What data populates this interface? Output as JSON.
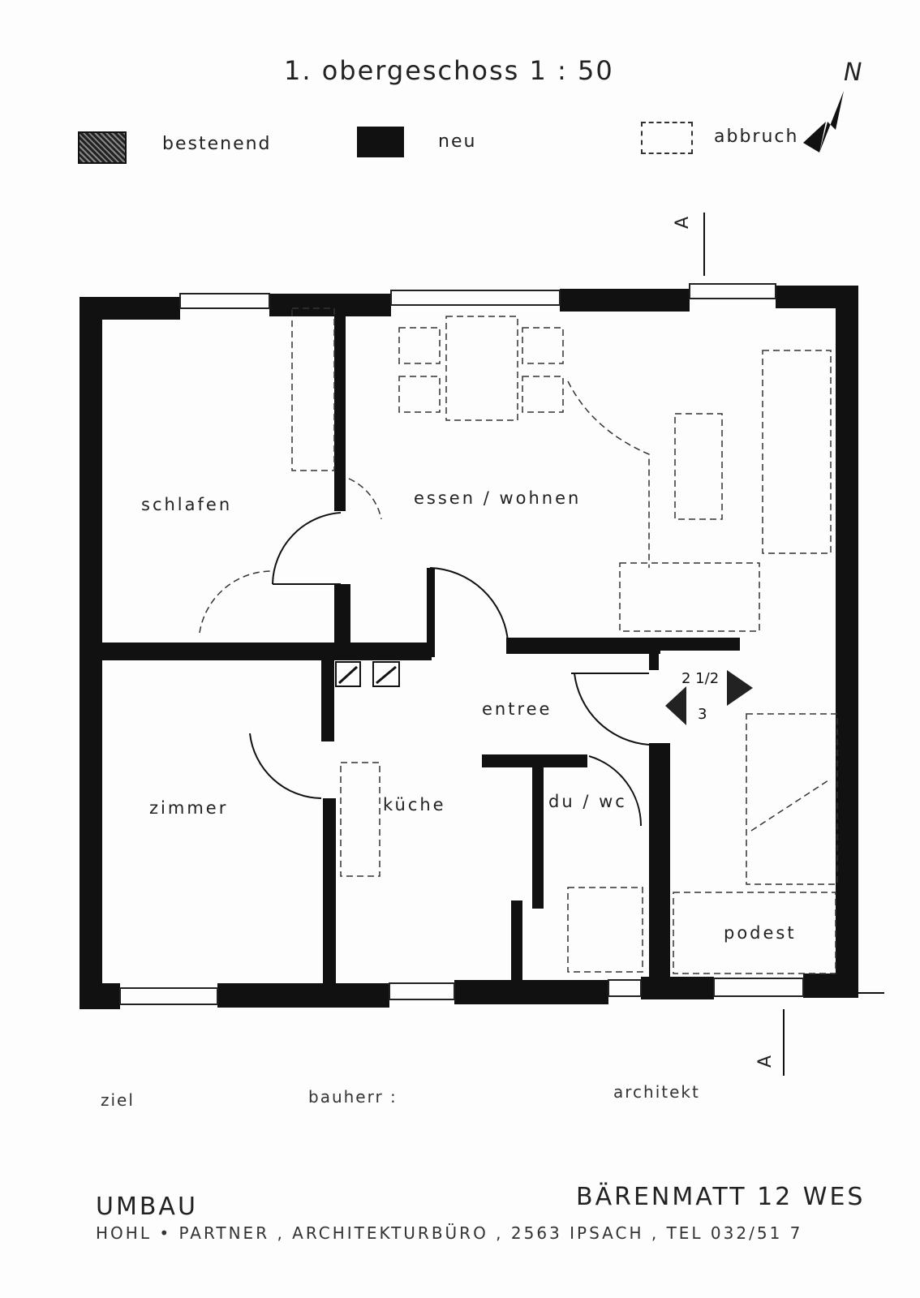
{
  "title": "1. obergeschoss   1 : 50",
  "legend": {
    "existing_label": "bestenend",
    "new_label": "neu",
    "demolition_label": "abbruch"
  },
  "north_label": "N",
  "section": {
    "top": "A",
    "bottom": "A"
  },
  "rooms": {
    "schlafen": "schlafen",
    "essen_wohnen": "essen / wohnen",
    "entree": "entree",
    "zimmer": "zimmer",
    "kueche": "küche",
    "du_wc": "du / wc",
    "podest": "podest"
  },
  "stair": {
    "line1": "2 1/2",
    "line2": "3"
  },
  "footer": {
    "ziel": "ziel",
    "bauherr": "bauherr :",
    "architekt": "architekt"
  },
  "titleblock": {
    "project": "UMBAU",
    "address": "BÄRENMATT   12  WES",
    "office": "HOHL • PARTNER ,    ARCHITEKTURBÜRO ,  2563  IPSACH   ,   TEL  032/51 7"
  }
}
